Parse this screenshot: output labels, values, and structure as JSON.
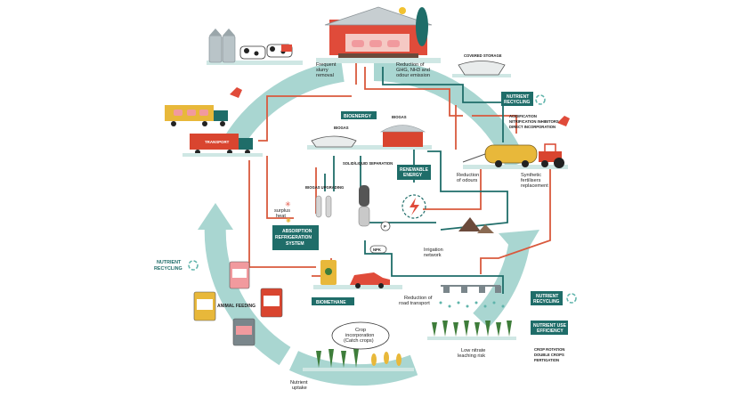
{
  "colors": {
    "cycle": "#9fd2cd",
    "cycle_dark": "#5fb4ab",
    "teal": "#1f6d69",
    "flow_red": "#d9593d",
    "ground": "#cfe7e4",
    "barn_red": "#e04b3a",
    "truck_yellow": "#e8b83a",
    "truck_red": "#d9452f",
    "green": "#3e7d3a"
  },
  "labels": {
    "frequent_slurry": [
      "Frequent",
      "slurry",
      "removal"
    ],
    "reduction_ghg": [
      "Reduction of",
      "GHG, NH3 and",
      "odour emission"
    ],
    "covered_storage": "COVERED STORAGE",
    "bioenergy": "BIOENERGY",
    "biogas_left": "BIOGAS",
    "biogas_right": "BIOGAS",
    "solid_liquid": "SOLID/LIQUID SEPARATION",
    "renewable_energy": [
      "RENEWABLE",
      "ENERGY"
    ],
    "biogas_upgrading": "BIOGAS UPGRADING",
    "surplus_heat": [
      "surplus",
      "heat"
    ],
    "absorption": [
      "ABSORPTION",
      "REFRIGERATION",
      "SYSTEM"
    ],
    "reduction_odours": [
      "Reduction",
      "of odours"
    ],
    "synthetic_fertilisers": [
      "Synthetic",
      "fertilisers",
      "replacement"
    ],
    "irrigation_network": [
      "Irrigation",
      "network"
    ],
    "biomethane": "BIOMETHANE",
    "reduction_road": [
      "Reduction of",
      "road transport"
    ],
    "nutrient_recycling_top": [
      "NUTRIENT",
      "RECYCLING"
    ],
    "fert_options": [
      "ACIDIFICATION",
      "NITRIFICATION INHIBITORS",
      "DIRECT INCORPORATION"
    ],
    "nutrient_recycling_left": [
      "NUTRIENT",
      "RECYCLING"
    ],
    "nutrient_recycling_right": [
      "NUTRIENT",
      "RECYCLING"
    ],
    "nutrient_use_efficiency": [
      "NUTRIENT USE",
      "EFFICIENCY"
    ],
    "crop_options": [
      "CROP ROTATION",
      "DOUBLE CROPS",
      "FERTIGATION"
    ],
    "animal_feeding": "ANIMAL FEEDING",
    "transport": "TRANSPORT",
    "crop_incorporation": [
      "Crop",
      "incorporation",
      "(Catch crops)"
    ],
    "low_nitrate": [
      "Low nitrate",
      "leaching risk"
    ],
    "nutrient_uptake": [
      "Nutrient",
      "uptake"
    ],
    "p_valve": "P",
    "npk_valve": "NPK"
  }
}
